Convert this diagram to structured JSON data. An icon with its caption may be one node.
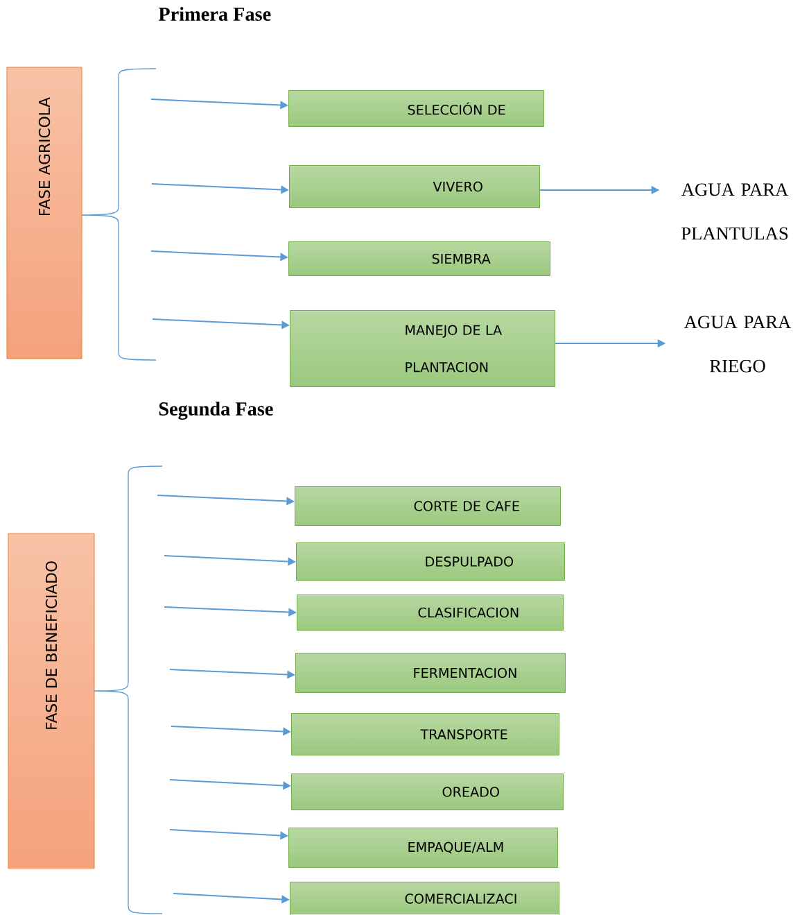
{
  "diagram": {
    "nodes": [
      {
        "text": [
          "FASE AGRICOLA"
        ]
      },
      {
        "text": [
          "SELECCIÓN DE"
        ]
      },
      {
        "text": [
          "VIVERO"
        ]
      },
      {
        "text": [
          "AGUA PARA PLANTULAS"
        ]
      },
      {
        "text": [
          "SIEMBRA"
        ]
      },
      {
        "text": [
          "MANEJO DE LA PLANTACION"
        ]
      },
      {
        "text": [
          "AGUA PARA RIEGO"
        ]
      },
      {
        "text": [
          "FASE DE BENEFICIADO"
        ]
      },
      {
        "text": [
          "CORTE DE CAFE"
        ]
      },
      {
        "text": [
          "DESPULPADO"
        ]
      },
      {
        "text": [
          "CLASIFICACION"
        ]
      },
      {
        "text": [
          "FERMENTACION"
        ]
      },
      {
        "text": [
          "TRANSPORTE"
        ]
      },
      {
        "text": [
          "OREADO"
        ]
      },
      {
        "text": [
          "EMPAQUE/ALM"
        ]
      },
      {
        "text": [
          "COMERCIALIZACI"
        ]
      }
    ],
    "edges": [
      {
        "from": 0,
        "to": 1,
        "arrow": "to"
      },
      {
        "from": 0,
        "to": 2,
        "arrow": "to"
      },
      {
        "from": 0,
        "to": 4,
        "arrow": "to"
      },
      {
        "from": 0,
        "to": 5,
        "arrow": "to"
      },
      {
        "from": 2,
        "to": 3,
        "arrow": "to"
      },
      {
        "from": 5,
        "to": 6,
        "arrow": "to"
      },
      {
        "from": 7,
        "to": 8,
        "arrow": "to"
      },
      {
        "from": 7,
        "to": 9,
        "arrow": "to"
      },
      {
        "from": 7,
        "to": 10,
        "arrow": "to"
      },
      {
        "from": 7,
        "to": 11,
        "arrow": "to"
      },
      {
        "from": 7,
        "to": 12,
        "arrow": "to"
      },
      {
        "from": 7,
        "to": 13,
        "arrow": "to"
      },
      {
        "from": 7,
        "to": 14,
        "arrow": "to"
      },
      {
        "from": 7,
        "to": 15,
        "arrow": "to"
      }
    ],
    "labels": [
      "Primera Fase",
      "Segunda Fase"
    ]
  }
}
